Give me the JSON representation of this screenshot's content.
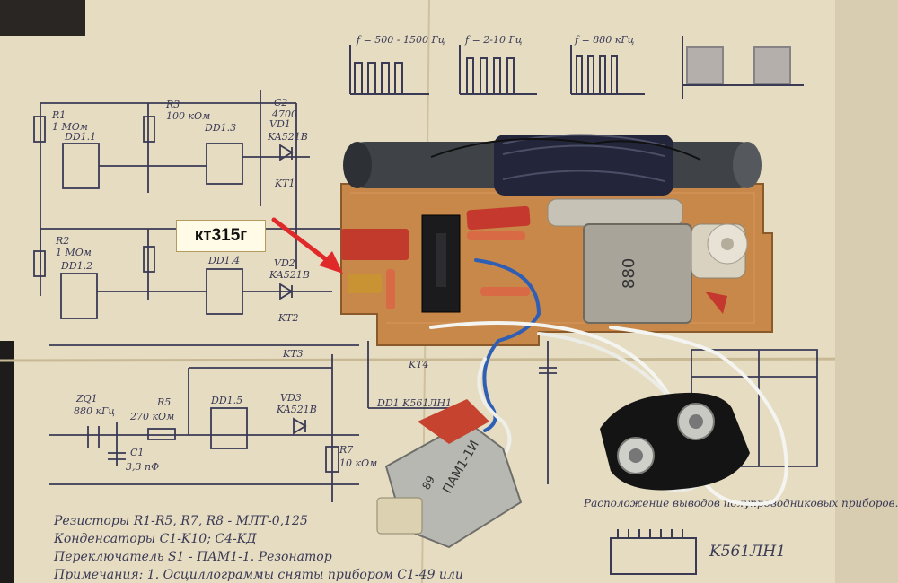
{
  "annotation": {
    "label": "кт315г",
    "arrow_color": "#e02a2a",
    "box_color": "#fffbe7"
  },
  "schematic_text": {
    "waveform_labels": [
      "f = 500 - 1500 Гц",
      "f = 2-10 Гц",
      "f = 880 кГц"
    ],
    "resistors": [
      "R1",
      "1 МОм",
      "R3",
      "100 кОм",
      "R2",
      "1 МОм",
      "R5",
      "270 кОм",
      "R7",
      "10 кОм"
    ],
    "capacitors": [
      "C2",
      "4700",
      "C1",
      "3,3 пФ"
    ],
    "diodes": [
      "VD1",
      "KA521B",
      "VD2",
      "KA521B",
      "VD3",
      "KA521B"
    ],
    "gates": [
      "DD1.1",
      "DD1.3",
      "DD1.2",
      "DD1.4",
      "DD1.5"
    ],
    "test_points": [
      "KT1",
      "KT2",
      "KT3",
      "KT4"
    ],
    "crystal": [
      "ZQ1",
      "880 кГц"
    ],
    "chip": "DD1 K561ЛН1",
    "notes": [
      "Резисторы R1-R5, R7, R8 - МЛТ-0,125",
      "Конденсаторы C1-K10; C4-KД",
      "Переключатель S1 - ПАМ1-1. Резонатор",
      "Примечания: 1. Осциллограммы сняты прибором C1-49 или"
    ],
    "chip_bottom": "K561ЛН1",
    "table_note": "Расположение выводов полупроводниковых приборов."
  },
  "switch_label": "ПАМ1-1И",
  "switch_number": "89",
  "quartz_label": "880",
  "colors": {
    "paper": "#e6dcc2",
    "ink": "#3a3a55",
    "pcb": "#c8884a",
    "ferrite": "#3f4348",
    "coil": "#23263a"
  }
}
